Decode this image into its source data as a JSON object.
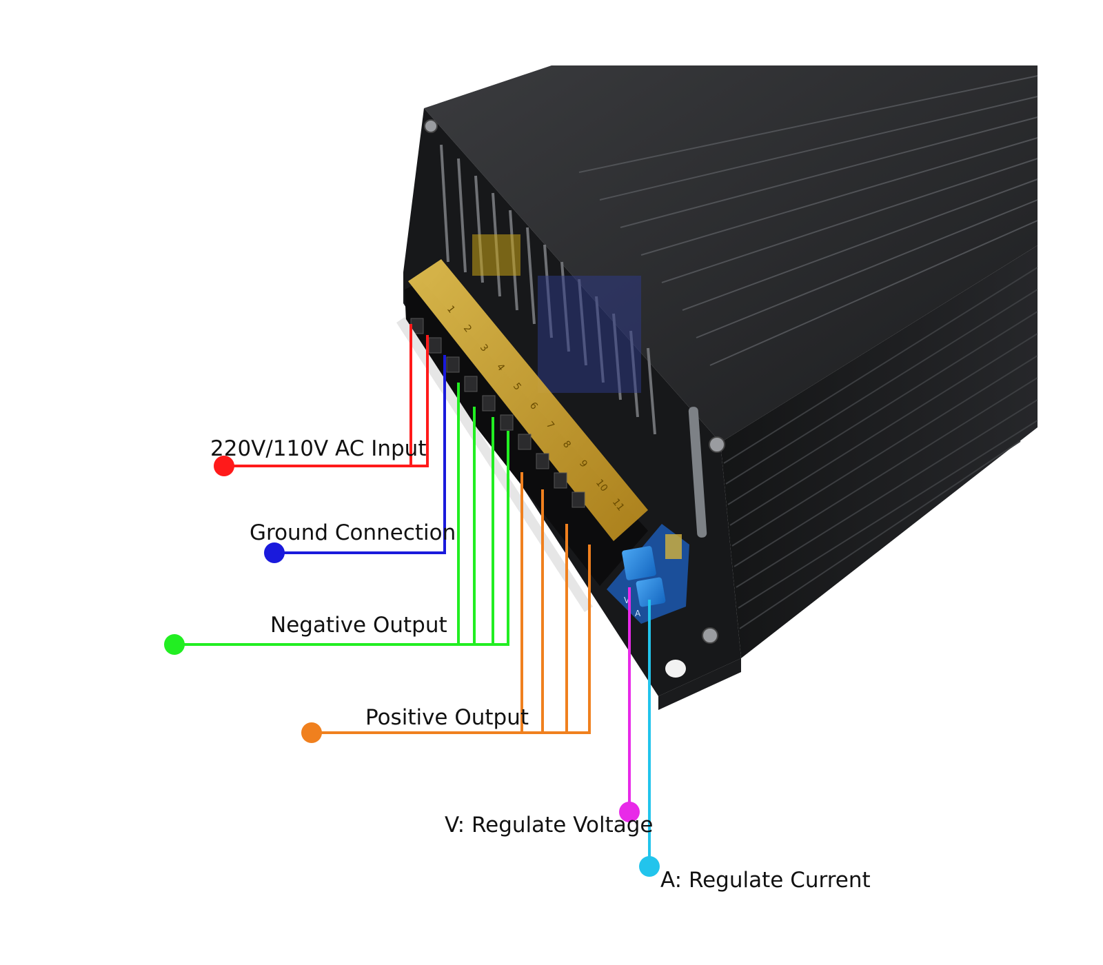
{
  "labels": {
    "ac_input": "220V/110V AC Input",
    "ground": "Ground Connection",
    "negative_output": "Negative Output",
    "positive_output": "Positive Output",
    "regulate_voltage": "V: Regulate Voltage",
    "regulate_current": "A: Regulate Current"
  },
  "terminal_numbers": [
    "1",
    "2",
    "3",
    "4",
    "5",
    "6",
    "7",
    "8",
    "9",
    "10",
    "11"
  ],
  "potentiometer_marks": [
    "V",
    "A"
  ],
  "colors": {
    "ac_input": "#ff1a1a",
    "ground": "#1a1adc",
    "negative_output": "#22ee22",
    "positive_output": "#f0801e",
    "regulate_voltage": "#e82ae8",
    "regulate_current": "#22c4ec",
    "housing": "#1e1f21",
    "terminal_cover": "#d9b02c",
    "potentiometer": "#1f7fd8"
  },
  "icons": {
    "power_supply": "power-supply-icon",
    "terminal_block": "terminal-block-icon",
    "potentiometer": "potentiometer-icon"
  }
}
